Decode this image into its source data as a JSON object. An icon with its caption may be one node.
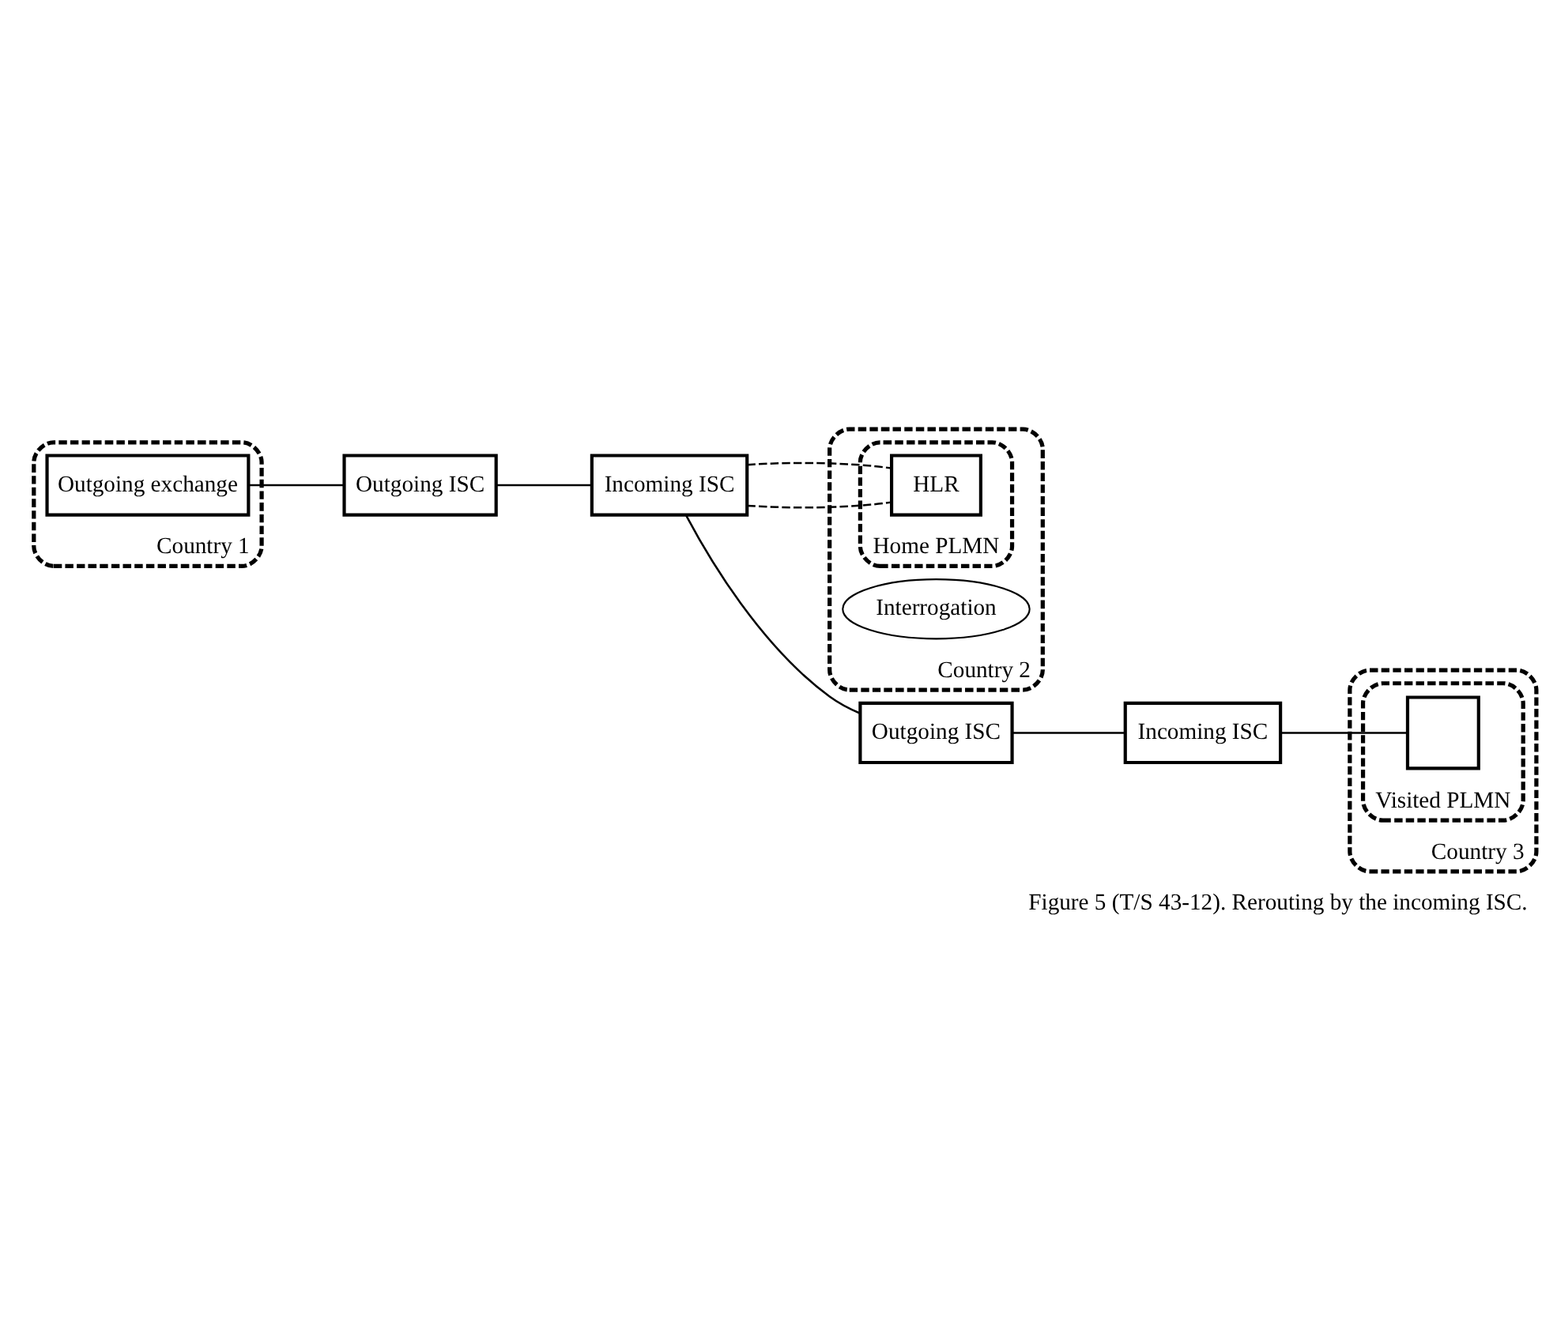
{
  "diagram": {
    "caption": "Figure 5 (T/S 43-12). Rerouting by the incoming ISC.",
    "nodes": [
      {
        "text": [
          "Country 1"
        ]
      },
      {
        "text": [
          "Outgoing exchange"
        ],
        "in": 0
      },
      {
        "text": [
          "Outgoing ISC"
        ]
      },
      {
        "text": [
          "Country 2"
        ]
      },
      {
        "text": [
          "Incoming ISC"
        ]
      },
      {
        "text": [
          "Outgoing ISC"
        ]
      },
      {
        "text": [
          "Interrogation"
        ],
        "in": 3
      },
      {
        "text": [
          "Home PLMN"
        ],
        "in": 3
      },
      {
        "text": [
          "HLR"
        ],
        "in": 7
      },
      {
        "text": [
          "Country 3"
        ]
      },
      {
        "text": [
          "Incoming ISC"
        ]
      },
      {
        "text": [
          "Visited PLMN"
        ],
        "in": 9
      },
      {
        "text": [],
        "shape": "box",
        "in": 11
      }
    ],
    "edges": [
      {
        "from": 1,
        "to": 2,
        "arrow": "none"
      },
      {
        "from": 2,
        "to": 4,
        "arrow": "none"
      },
      {
        "from": 4,
        "to": 5,
        "arrow": "none"
      },
      {
        "from": 4,
        "to": 8,
        "arrow": "none",
        "style": "dashed"
      },
      {
        "from": 4,
        "to": 8,
        "arrow": "none",
        "style": "dashed"
      },
      {
        "from": 5,
        "to": 10,
        "arrow": "none"
      },
      {
        "from": 10,
        "to": 12,
        "arrow": "none"
      }
    ]
  }
}
